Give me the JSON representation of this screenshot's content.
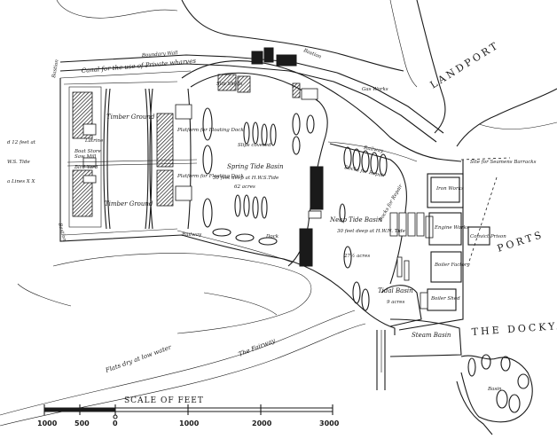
{
  "map": {
    "labels": {
      "canal": "Canal for the use of Private wharves",
      "bastion_top": "Bastion",
      "bastion_left": "Bastion",
      "bastion_bottom": "Bastion",
      "landport": "LANDPORT",
      "gas_works": "Gas Works",
      "boundary_wall": "Boundary Wall",
      "timber_ground_top": "Timber Ground",
      "timber_ground_bottom": "Timber Ground",
      "platform_1": "Platform for Floating Dock",
      "platform_2": "Platform for Floating Dock",
      "spring_tide_basin": "Spring Tide Basin",
      "spring_tide_depth": "30 feet deep at H.W.S.Tide",
      "spring_tide_area": "62 acres",
      "slips_covered": "Slips covered",
      "railway_bottom": "Railway",
      "railway_top": "Railway",
      "neap_tide_basin": "Neap Tide Basin",
      "neap_tide_depth": "30 feet deep at H.W.N. Tide",
      "neap_tide_area": "27½ acres",
      "docks_left": "Docks for Repair",
      "docks_right": "Docks for Repair",
      "tidal_basin": "Tidal Basin",
      "tidal_area": "9 acres",
      "steam_basin": "Steam Basin",
      "basin": "Basin",
      "iron_works": "Iron Works",
      "engine_works": "Engine Works",
      "boiler_factory": "Boiler Factory",
      "boiler_shed": "Boiler Shed",
      "convict_prison": "Convict Prison",
      "site_barracks": "Site for Seamens Barracks",
      "ports": "PORTS",
      "the_dockyard": "THE DOCKYA",
      "flats": "Flats dry at low water",
      "fairway": "The Fairway",
      "left_note_1": "d 12 feet at",
      "left_note_2": "W.S. Tide",
      "left_note_3": "a Lines X X",
      "saw_mill": "Saw Mill",
      "boat_store": "Boat Store",
      "bird_yard": "Bird Yard",
      "latrine": "Latrine",
      "slip_sheds": "Slip Sheds",
      "dock_col": "Dock"
    },
    "scale": {
      "title": "SCALE OF FEET",
      "ticks": [
        "1000",
        "500",
        "0",
        "1000",
        "2000",
        "3000"
      ]
    }
  }
}
